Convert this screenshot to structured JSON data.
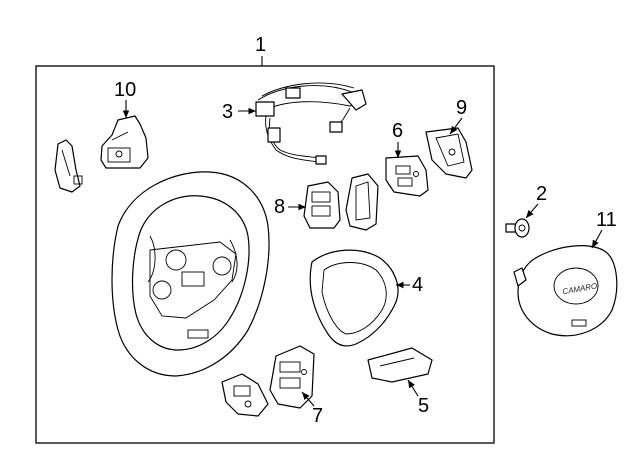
{
  "callouts": {
    "c1": "1",
    "c2": "2",
    "c3": "3",
    "c4": "4",
    "c5": "5",
    "c6": "6",
    "c7": "7",
    "c8": "8",
    "c9": "9",
    "c10": "10",
    "c11": "11"
  },
  "airbag_badge": "CAMARO",
  "colors": {
    "line": "#000000",
    "background": "#ffffff"
  }
}
